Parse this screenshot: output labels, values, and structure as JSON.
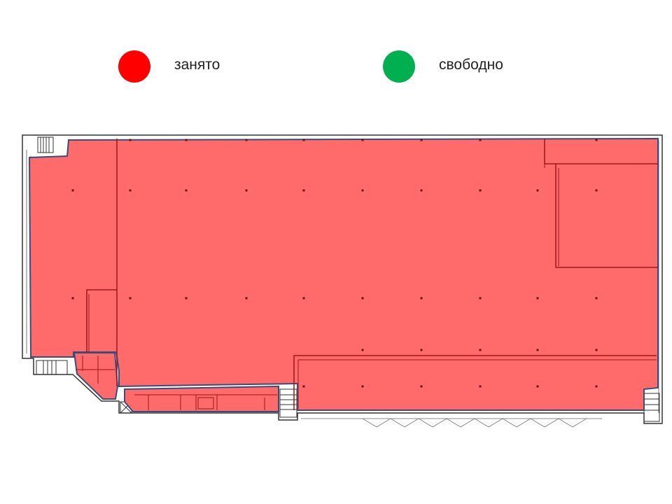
{
  "legend": {
    "occupied": {
      "label": "занято",
      "color": "#ff0000"
    },
    "free": {
      "label": "свободно",
      "color": "#00b050"
    }
  },
  "floor_plan": {
    "status": "occupied",
    "fill_color": "#ff6b6b",
    "outline_color": "#3a4d7a",
    "wall_color": "#9e1616"
  }
}
